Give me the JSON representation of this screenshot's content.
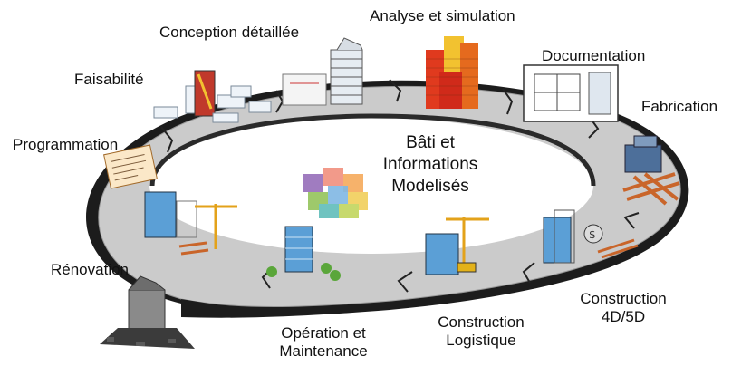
{
  "hub": {
    "line1": "Bâti et",
    "line2": "Informations",
    "line3": "Modelisés"
  },
  "stages": [
    {
      "id": "faisabilite",
      "label": "Faisabilité"
    },
    {
      "id": "conception",
      "label": "Conception détaillée"
    },
    {
      "id": "analyse",
      "label": "Analyse et simulation"
    },
    {
      "id": "documentation",
      "label": "Documentation"
    },
    {
      "id": "fabrication",
      "label": "Fabrication"
    },
    {
      "id": "construction45d",
      "line1": "Construction",
      "line2": "4D/5D"
    },
    {
      "id": "logistique",
      "line1": "Construction",
      "line2": "Logistique"
    },
    {
      "id": "operation",
      "line1": "Opération et",
      "line2": "Maintenance"
    },
    {
      "id": "renovation",
      "label": "Rénovation"
    },
    {
      "id": "programmation",
      "label": "Programmation"
    }
  ],
  "colors": {
    "ring_top": "#c9c9c9",
    "ring_side": "#1a1a1a",
    "building_blue": "#5b9fd6",
    "heat_red": "#e03a1e",
    "heat_yellow": "#f2c230",
    "crane_yellow": "#e3a21a",
    "timber": "#c9652a"
  }
}
